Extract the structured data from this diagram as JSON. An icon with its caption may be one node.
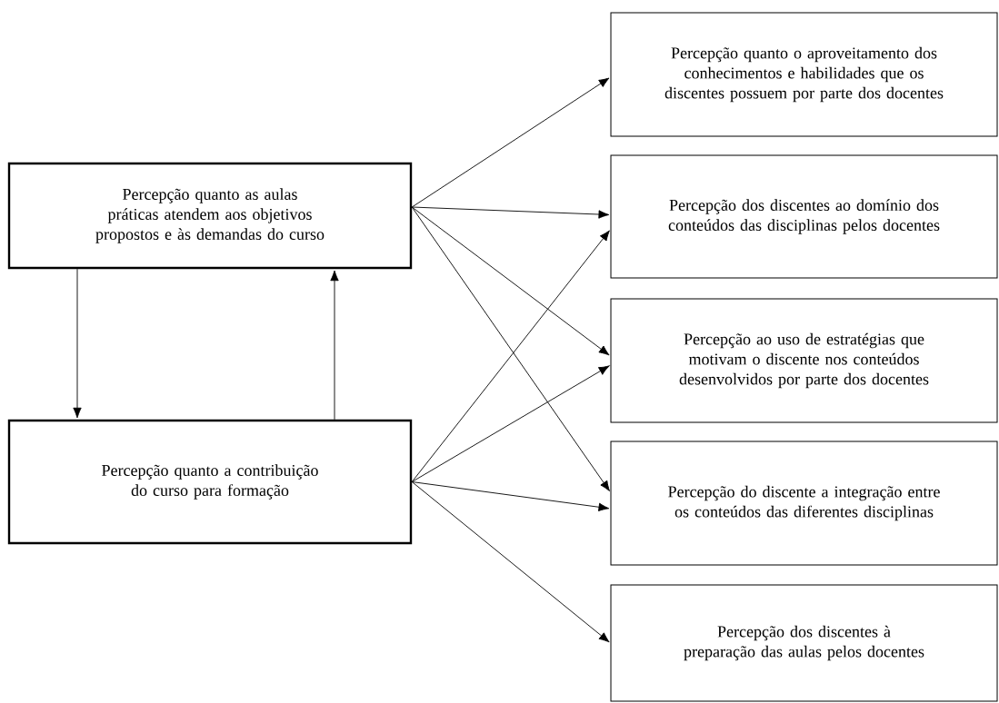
{
  "diagram": {
    "nodes": [
      {
        "text": [
          "Percepção quanto as aulas práticas atendem aos objetivos propostos e às demandas do curso"
        ]
      },
      {
        "text": [
          "Percepção quanto a contribuição do curso para formação"
        ]
      },
      {
        "text": [
          "Percepção quanto o aproveitamento dos conhecimentos e habilidades que os discentes possuem por parte dos docentes"
        ]
      },
      {
        "text": [
          "Percepção dos discentes ao domínio dos conteúdos das disciplinas pelos docentes"
        ]
      },
      {
        "text": [
          "Percepção ao uso de estratégias que motivam o discente nos conteúdos desenvolvidos por parte dos docentes"
        ]
      },
      {
        "text": [
          "Percepção do discente a integração entre os conteúdos das diferentes disciplinas"
        ]
      },
      {
        "text": [
          "Percepção dos discentes à preparação das aulas pelos docentes"
        ]
      }
    ],
    "edges": [
      {
        "from": 0,
        "to": 1,
        "arrow": "to"
      },
      {
        "from": 1,
        "to": 0,
        "arrow": "to"
      },
      {
        "from": 0,
        "to": 2,
        "arrow": "to"
      },
      {
        "from": 0,
        "to": 3,
        "arrow": "to"
      },
      {
        "from": 0,
        "to": 4,
        "arrow": "to"
      },
      {
        "from": 0,
        "to": 5,
        "arrow": "to"
      },
      {
        "from": 1,
        "to": 3,
        "arrow": "to"
      },
      {
        "from": 1,
        "to": 4,
        "arrow": "to"
      },
      {
        "from": 1,
        "to": 5,
        "arrow": "to"
      },
      {
        "from": 1,
        "to": 6,
        "arrow": "to"
      }
    ]
  }
}
